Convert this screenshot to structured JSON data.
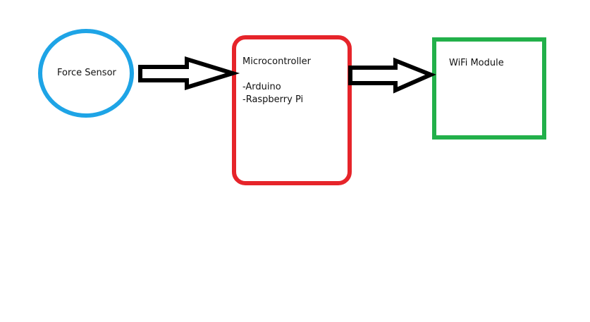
{
  "colors": {
    "sensor_stroke": "#1ea4e6",
    "micro_stroke": "#e6242a",
    "wifi_stroke": "#22b04a",
    "arrow_stroke": "#000000",
    "background": "#ffffff"
  },
  "nodes": {
    "force_sensor": {
      "label": "Force Sensor"
    },
    "microcontroller": {
      "title": "Microcontroller",
      "items": [
        "-Arduino",
        "-Raspberry Pi"
      ]
    },
    "wifi_module": {
      "label": "WiFi Module"
    }
  },
  "edges": [
    {
      "from": "Force Sensor",
      "to": "Microcontroller"
    },
    {
      "from": "Microcontroller",
      "to": "WiFi Module"
    }
  ]
}
